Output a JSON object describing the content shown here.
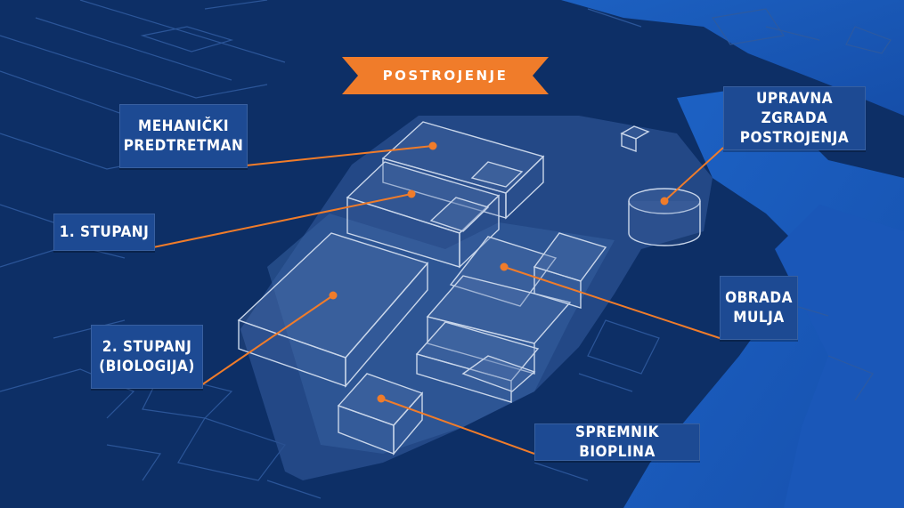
{
  "title": "POSTROJENJE",
  "labels": {
    "mehanicki": [
      "MEHANIČKI",
      "PREDTRETMAN"
    ],
    "stupanj1": [
      "1. STUPANJ"
    ],
    "stupanj2": [
      "2. STUPANJ",
      "(BIOLOGIJA)"
    ],
    "upravna": [
      "UPRAVNA ZGRADA",
      "POSTROJENJA"
    ],
    "obrada": [
      "OBRADA",
      "MULJA"
    ],
    "spremnik": [
      "SPREMNIK BIOPLINA"
    ]
  },
  "colors": {
    "background": "#0d2f66",
    "water": "#1f5fc2",
    "accent": "#f07c2a",
    "label_bg": "#1d4a93"
  }
}
